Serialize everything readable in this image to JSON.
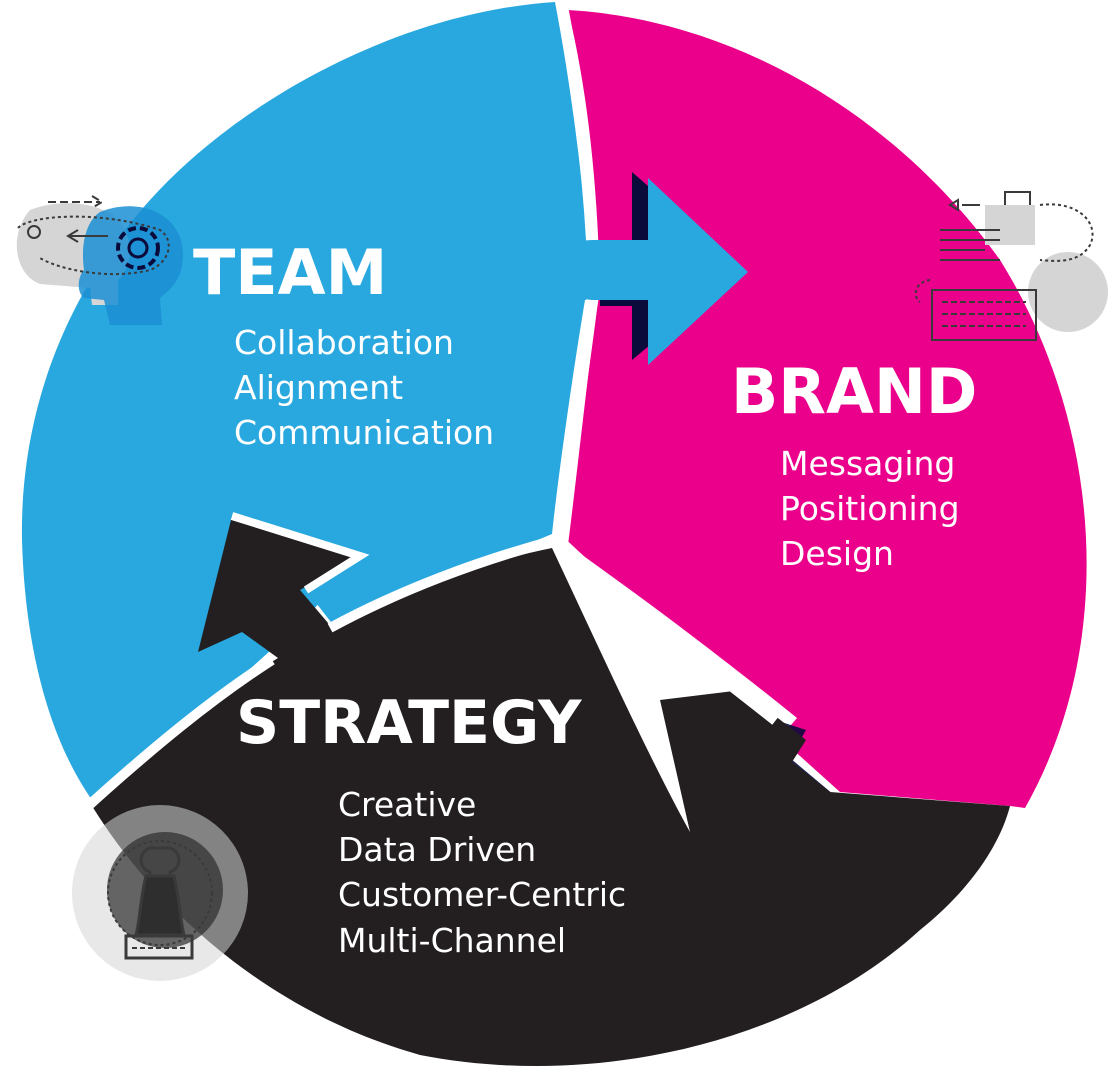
{
  "colors": {
    "team": "#29A8E0",
    "brand": "#EA008A",
    "strategy": "#231F20",
    "shadow": "#0B0B3B",
    "icon_gray": "#D5D5D5",
    "icon_dark": "#3A3A3A"
  },
  "icons": {
    "team": "gear-head-icon",
    "brand": "document-keyboard-icon",
    "strategy": "chess-bishop-icon"
  },
  "sections": {
    "team": {
      "title": "TEAM",
      "items": [
        "Collaboration",
        "Alignment",
        "Communication"
      ]
    },
    "brand": {
      "title": "BRAND",
      "items": [
        "Messaging",
        "Positioning",
        "Design"
      ]
    },
    "strategy": {
      "title": "STRATEGY",
      "items": [
        "Creative",
        "Data Driven",
        "Customer-Centric",
        "Multi-Channel"
      ]
    }
  }
}
